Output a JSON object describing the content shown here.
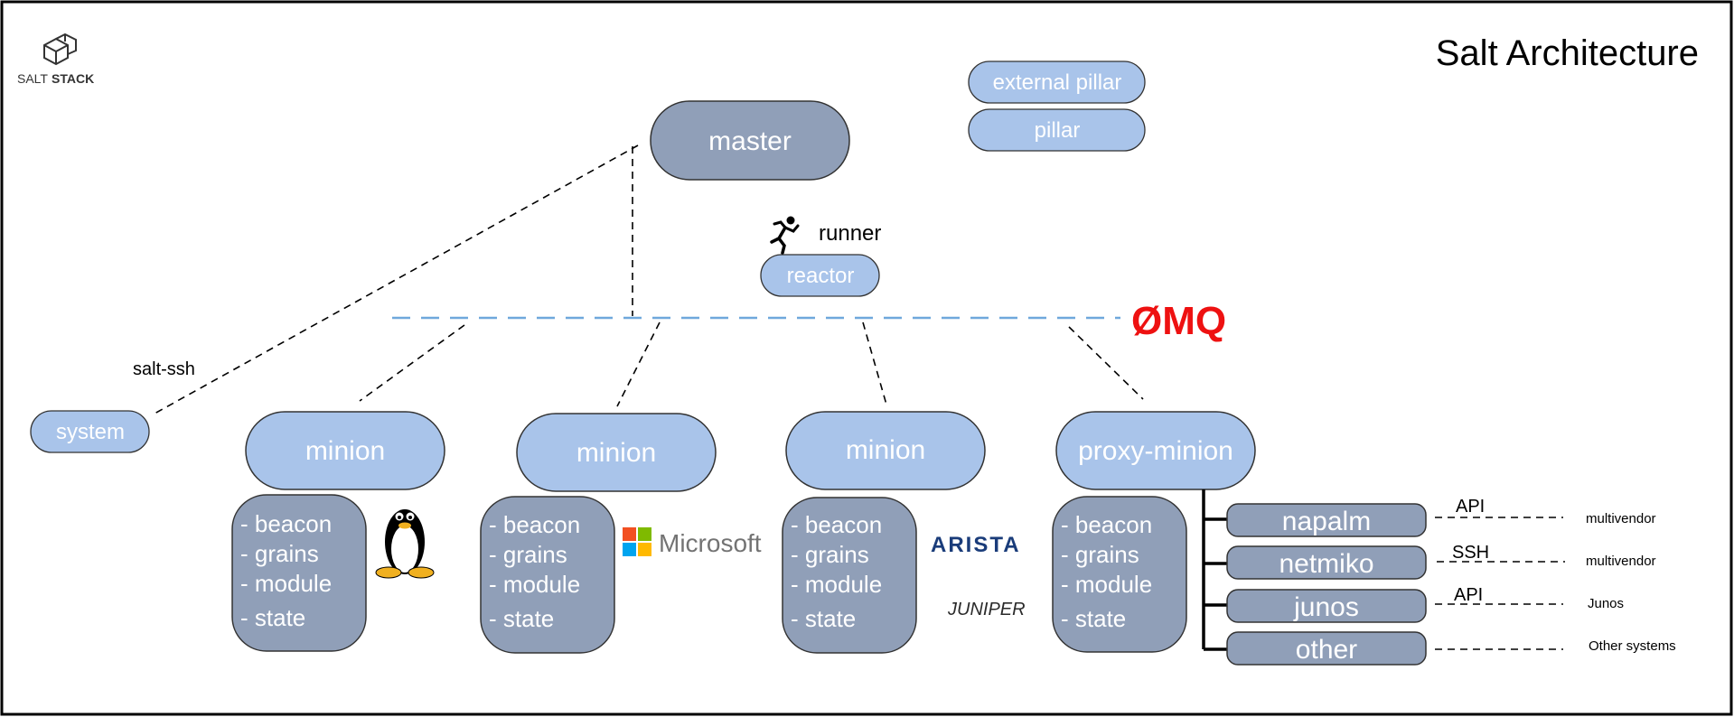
{
  "title": "Salt Architecture",
  "logo": {
    "text_light": "SALT",
    "text_bold": "STACK",
    "icon": "boxes-icon"
  },
  "master": "master",
  "pillars": [
    "external pillar",
    "pillar"
  ],
  "runner": {
    "label": "runner",
    "icon": "running-person-icon"
  },
  "reactor": "reactor",
  "bus": {
    "label": "ØMQ",
    "color": "#ee1111"
  },
  "salt_ssh": {
    "label": "salt-ssh",
    "target": "system"
  },
  "minions": [
    {
      "label": "minion",
      "items": [
        "- beacon",
        "- grains",
        "- module",
        "- state"
      ],
      "platform": "Linux",
      "logo": "tux-icon"
    },
    {
      "label": "minion",
      "items": [
        "- beacon",
        "- grains",
        "- module",
        "- state"
      ],
      "platform": "Microsoft",
      "logo": "microsoft-logo-icon"
    },
    {
      "label": "minion",
      "items": [
        "- beacon",
        "- grains",
        "- module",
        "- state"
      ],
      "platforms": [
        "ARISTA",
        "JUNIPER"
      ]
    },
    {
      "label": "proxy-minion",
      "items": [
        "- beacon",
        "- grains",
        "- module",
        "- state"
      ]
    }
  ],
  "proxy_modules": [
    {
      "label": "napalm",
      "protocol": "API",
      "target": "multivendor"
    },
    {
      "label": "netmiko",
      "protocol": "SSH",
      "target": "multivendor"
    },
    {
      "label": "junos",
      "protocol": "API",
      "target": "Junos"
    },
    {
      "label": "other",
      "protocol": "",
      "target": "Other systems"
    }
  ],
  "colors": {
    "dark_box": "#909fb8",
    "light_box": "#a9c4ea",
    "bus_line": "#6fa8dc",
    "arista": "#1a3c7a",
    "juniper": "#2a2a2a"
  }
}
